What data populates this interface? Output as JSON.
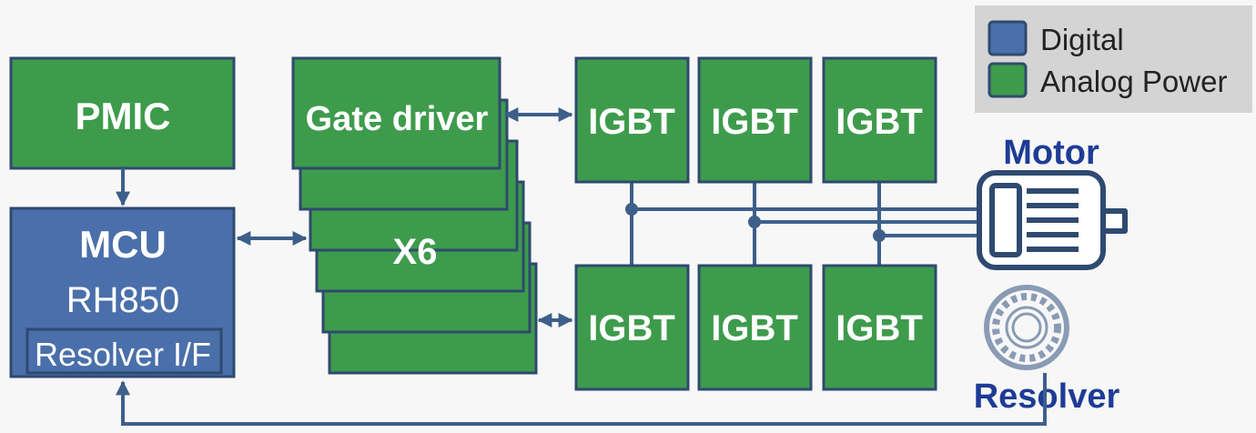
{
  "colors": {
    "digital": "#4a6faa",
    "analog": "#3e9b4c",
    "border": "#2f4a70",
    "wire": "#3d5f8a",
    "title_text": "#1e3c96",
    "legend_bg": "#d4d4d4"
  },
  "legend": {
    "digital_label": "Digital",
    "analog_label": "Analog Power"
  },
  "blocks": {
    "pmic": "PMIC",
    "mcu_title": "MCU",
    "mcu_part": "RH850",
    "mcu_resolver_if": "Resolver I/F",
    "gate_driver": "Gate driver",
    "gate_driver_count": "X6",
    "igbt": [
      "IGBT",
      "IGBT",
      "IGBT",
      "IGBT",
      "IGBT",
      "IGBT"
    ]
  },
  "labels": {
    "motor": "Motor",
    "resolver": "Resolver"
  },
  "icons": {
    "motor": "electric-motor-icon",
    "resolver": "resolver-icon"
  }
}
